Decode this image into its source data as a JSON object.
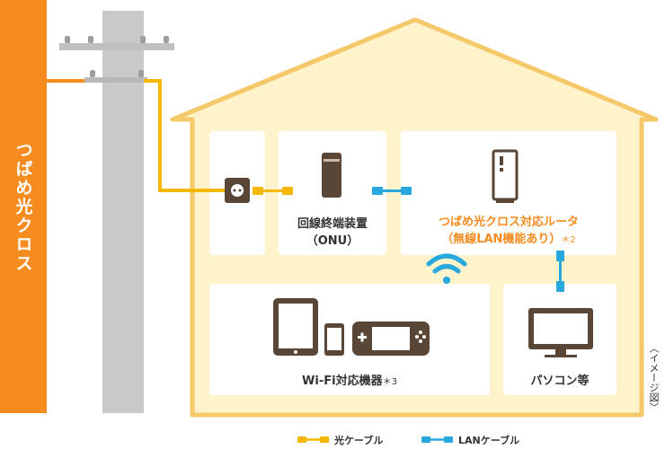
{
  "brand": {
    "label": "つばめ光クロス"
  },
  "devices": {
    "onu": {
      "name": "回線終端装置",
      "sub": "（ONU）"
    },
    "router": {
      "name": "つばめ光クロス対応ルータ",
      "sub": "（無線LAN機能あり）",
      "note": "＊2"
    },
    "wifi": {
      "name": "Wi-Fi対応機器",
      "note": "＊3"
    },
    "pc": {
      "name": "パソコン等"
    }
  },
  "image_note": "〈イメージ図〉",
  "legend": {
    "fiber": "光ケーブル",
    "lan": "LANケーブル"
  },
  "colors": {
    "brand_orange": "#f68b1f",
    "house_fill": "#fff3cc",
    "house_outline": "#f5c869",
    "fiber_cable": "#f5b800",
    "lan_cable": "#29a8e0",
    "device_brown": "#5a4636"
  },
  "icons": [
    "outlet-icon",
    "onu-icon",
    "router-icon",
    "wifi-icon",
    "tablet-icon",
    "smartphone-icon",
    "game-console-icon",
    "monitor-icon"
  ]
}
